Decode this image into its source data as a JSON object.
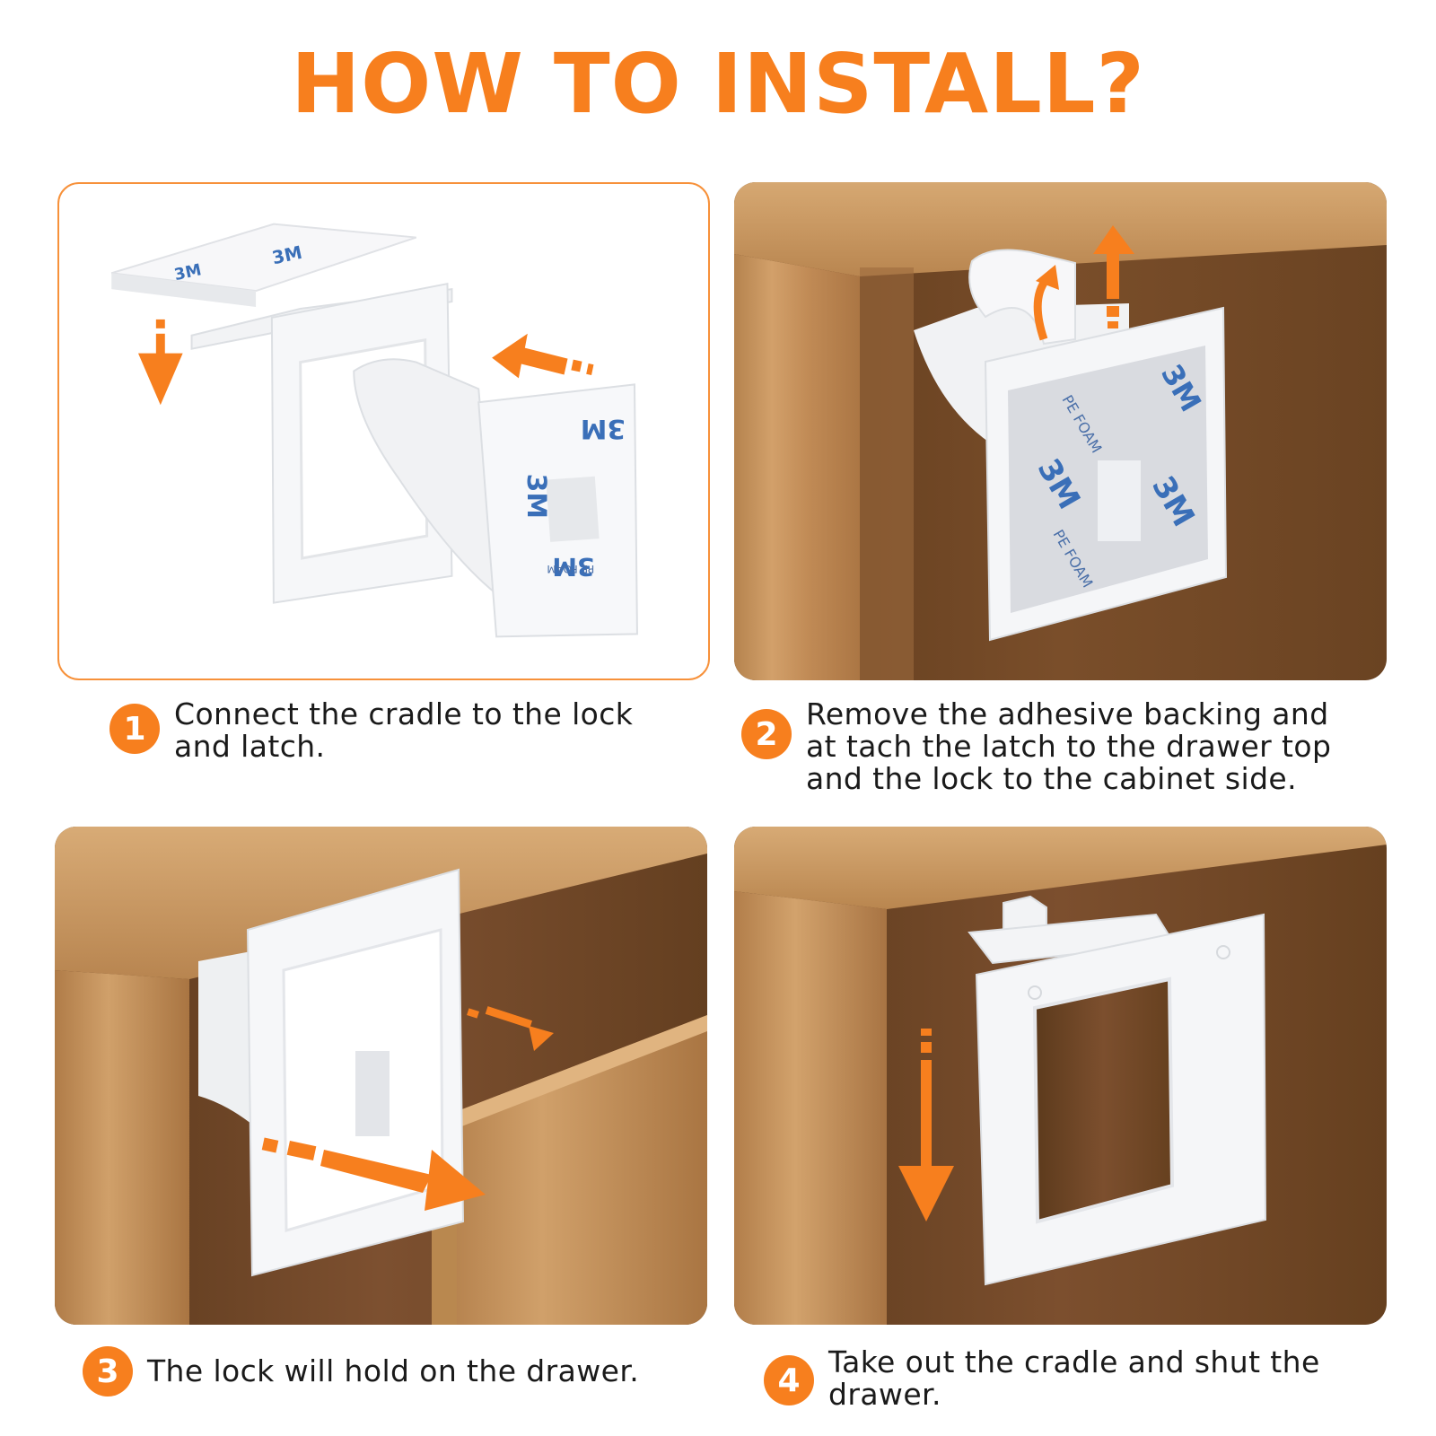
{
  "title": "HOW TO INSTALL?",
  "colors": {
    "accent": "#f77f1e",
    "wood_light": "#c9955c",
    "wood_dark": "#8a5a30",
    "plastic": "#f4f5f7",
    "adhesive_print": "#3a6fb8"
  },
  "steps": [
    {
      "number": "1",
      "lines": [
        "Connect the cradle to the lock",
        "and latch."
      ]
    },
    {
      "number": "2",
      "lines": [
        "Remove the adhesive backing and",
        "at tach the latch to the drawer top",
        "and the lock to the cabinet side."
      ]
    },
    {
      "number": "3",
      "lines": [
        "The lock will hold on the drawer."
      ]
    },
    {
      "number": "4",
      "lines": [
        "Take out the cradle and shut the",
        "drawer."
      ]
    }
  ],
  "adhesive": {
    "brand": "3M",
    "material": "PE FOAM"
  },
  "icons": [
    "arrow-down-icon",
    "arrow-left-icon",
    "arrow-up-icon",
    "curved-arrow-icon",
    "arrow-right-icon"
  ]
}
